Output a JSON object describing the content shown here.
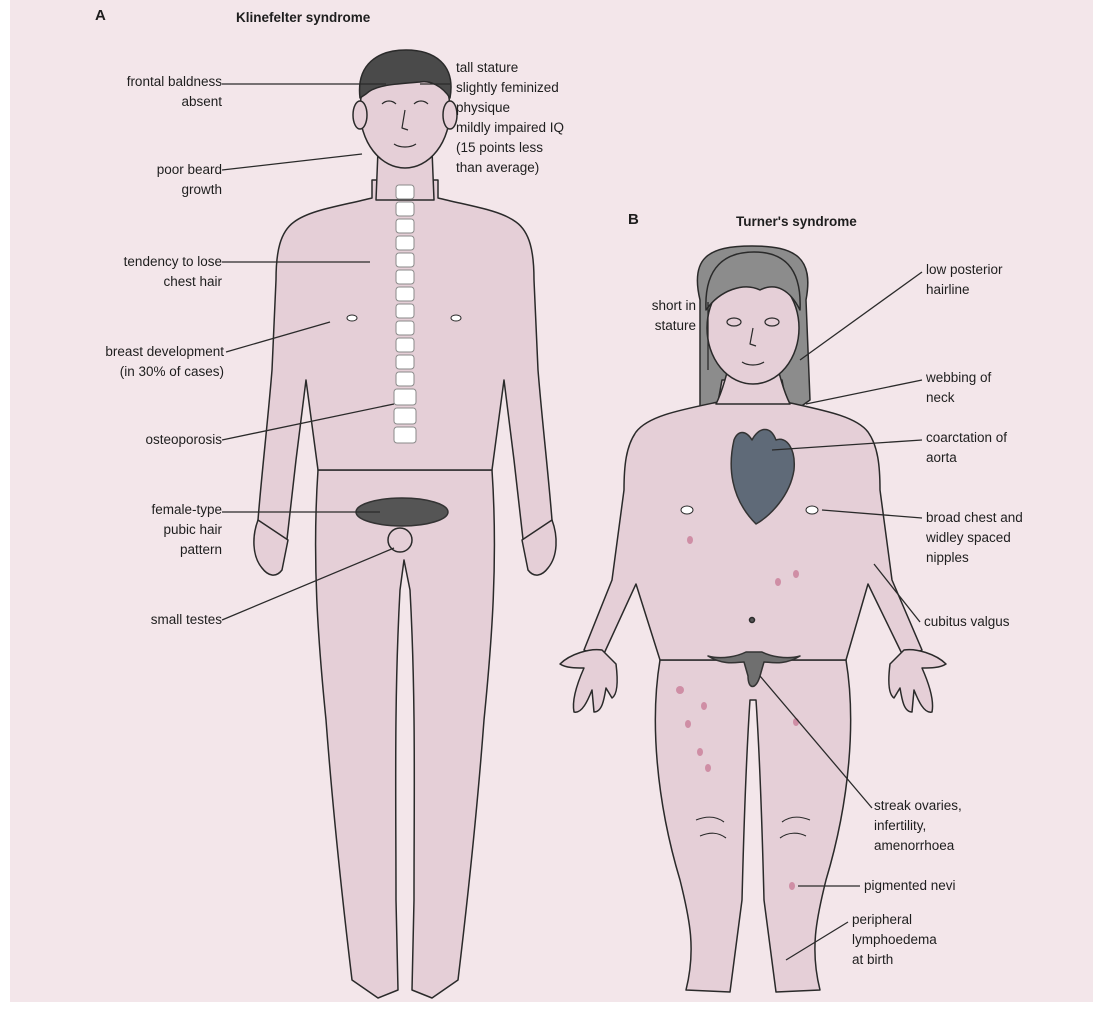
{
  "panel_a": {
    "letter": "A",
    "title": "Klinefelter syndrome",
    "labels": {
      "frontal_baldness": "frontal baldness\nabsent",
      "tall_stature": "tall stature\nslightly feminized\nphysique\nmildly impaired IQ\n(15 points less\nthan average)",
      "poor_beard": "poor beard\ngrowth",
      "chest_hair": "tendency to lose\nchest hair",
      "breast_development": "breast development\n(in 30% of cases)",
      "osteoporosis": "osteoporosis",
      "pubic_hair": "female-type\npubic hair\npattern",
      "small_testes": "small testes"
    }
  },
  "panel_b": {
    "letter": "B",
    "title": "Turner's syndrome",
    "labels": {
      "short_stature": "short in\nstature",
      "low_hairline": "low posterior\nhairline",
      "webbing_neck": "webbing of\nneck",
      "coarctation": "coarctation of\naorta",
      "broad_chest": "broad chest and\nwidley spaced\nnipples",
      "cubitus_valgus": "cubitus valgus",
      "streak_ovaries": "streak ovaries,\ninfertility,\namenorrhoea",
      "pigmented_nevi": "pigmented nevi",
      "lymphoedema": "peripheral\nlymphoedema\nat birth"
    }
  },
  "colors": {
    "background": "#f3e6ea",
    "body_fill": "#e5cfd7",
    "outline": "#2a2a2a",
    "male_hair": "#4a4a4a",
    "female_hair": "#8c8c8c",
    "heart": "#5f6a78",
    "nevi": "#cf8ea5"
  }
}
